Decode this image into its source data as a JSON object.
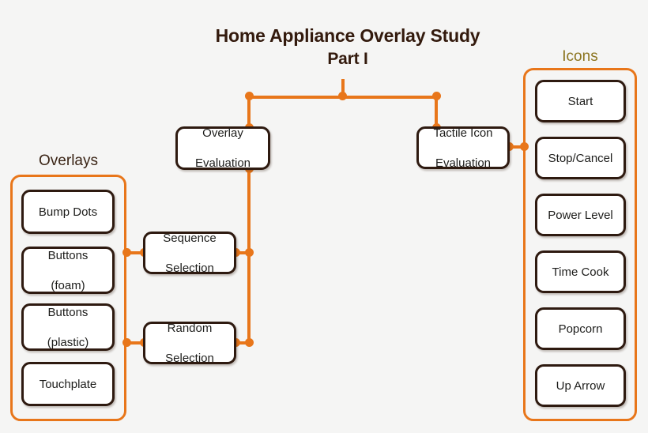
{
  "title": {
    "line1": "Home Appliance Overlay Study",
    "line2": "Part I"
  },
  "colors": {
    "connector": "#e8761a",
    "group_border": "#e8761a",
    "node_border": "#2e1a10",
    "node_fill": "#ffffff",
    "background": "#f5f5f4",
    "title_text": "#331a0d",
    "overlays_label_text": "#3a2415",
    "icons_label_text": "#8c7520"
  },
  "groups": {
    "overlays": {
      "label": "Overlays",
      "items": [
        {
          "label": "Bump Dots"
        },
        {
          "label_line1": "Buttons",
          "label_line2": "(foam)"
        },
        {
          "label_line1": "Buttons",
          "label_line2": "(plastic)"
        },
        {
          "label": "Touchplate"
        }
      ]
    },
    "icons": {
      "label": "Icons",
      "items": [
        {
          "label": "Start"
        },
        {
          "label": "Stop/Cancel"
        },
        {
          "label": "Power Level"
        },
        {
          "label": "Time Cook"
        },
        {
          "label": "Popcorn"
        },
        {
          "label": "Up Arrow"
        }
      ]
    }
  },
  "nodes": {
    "overlay_evaluation": {
      "line1": "Overlay",
      "line2": "Evaluation"
    },
    "tactile_icon_evaluation": {
      "line1": "Tactile Icon",
      "line2": "Evaluation"
    },
    "sequence_selection": {
      "line1": "Sequence",
      "line2": "Selection"
    },
    "random_selection": {
      "line1": "Random",
      "line2": "Selection"
    }
  }
}
